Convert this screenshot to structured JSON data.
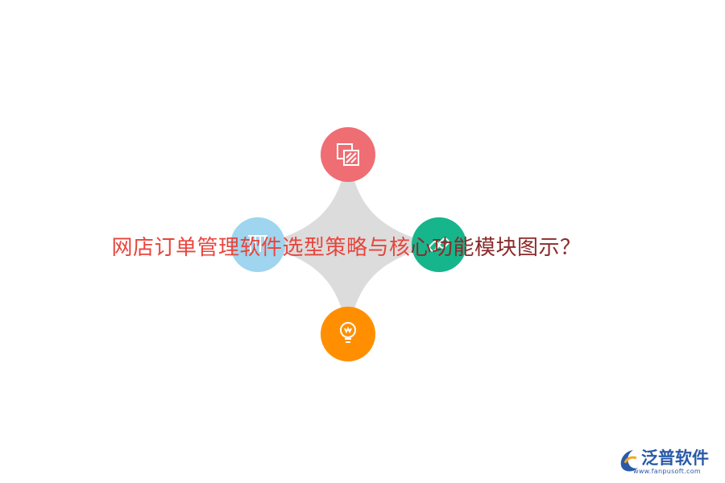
{
  "title": {
    "part1": "网店订单管理软件选型策略与核",
    "part2": "心功能模块图示？"
  },
  "diagram": {
    "nodes": [
      {
        "id": "top",
        "icon": "layers-icon",
        "color": "#ee6e73"
      },
      {
        "id": "left",
        "icon": "books-icon",
        "color": "#9fd5ee"
      },
      {
        "id": "right",
        "icon": "link-icon",
        "color": "#17b58b"
      },
      {
        "id": "bottom",
        "icon": "lightbulb-icon",
        "color": "#ff8f00"
      }
    ],
    "star_color": "#dcdcdc"
  },
  "logo": {
    "name": "泛普软件",
    "url": "www.fanpusoft.com",
    "color": "#2a5aa8"
  }
}
